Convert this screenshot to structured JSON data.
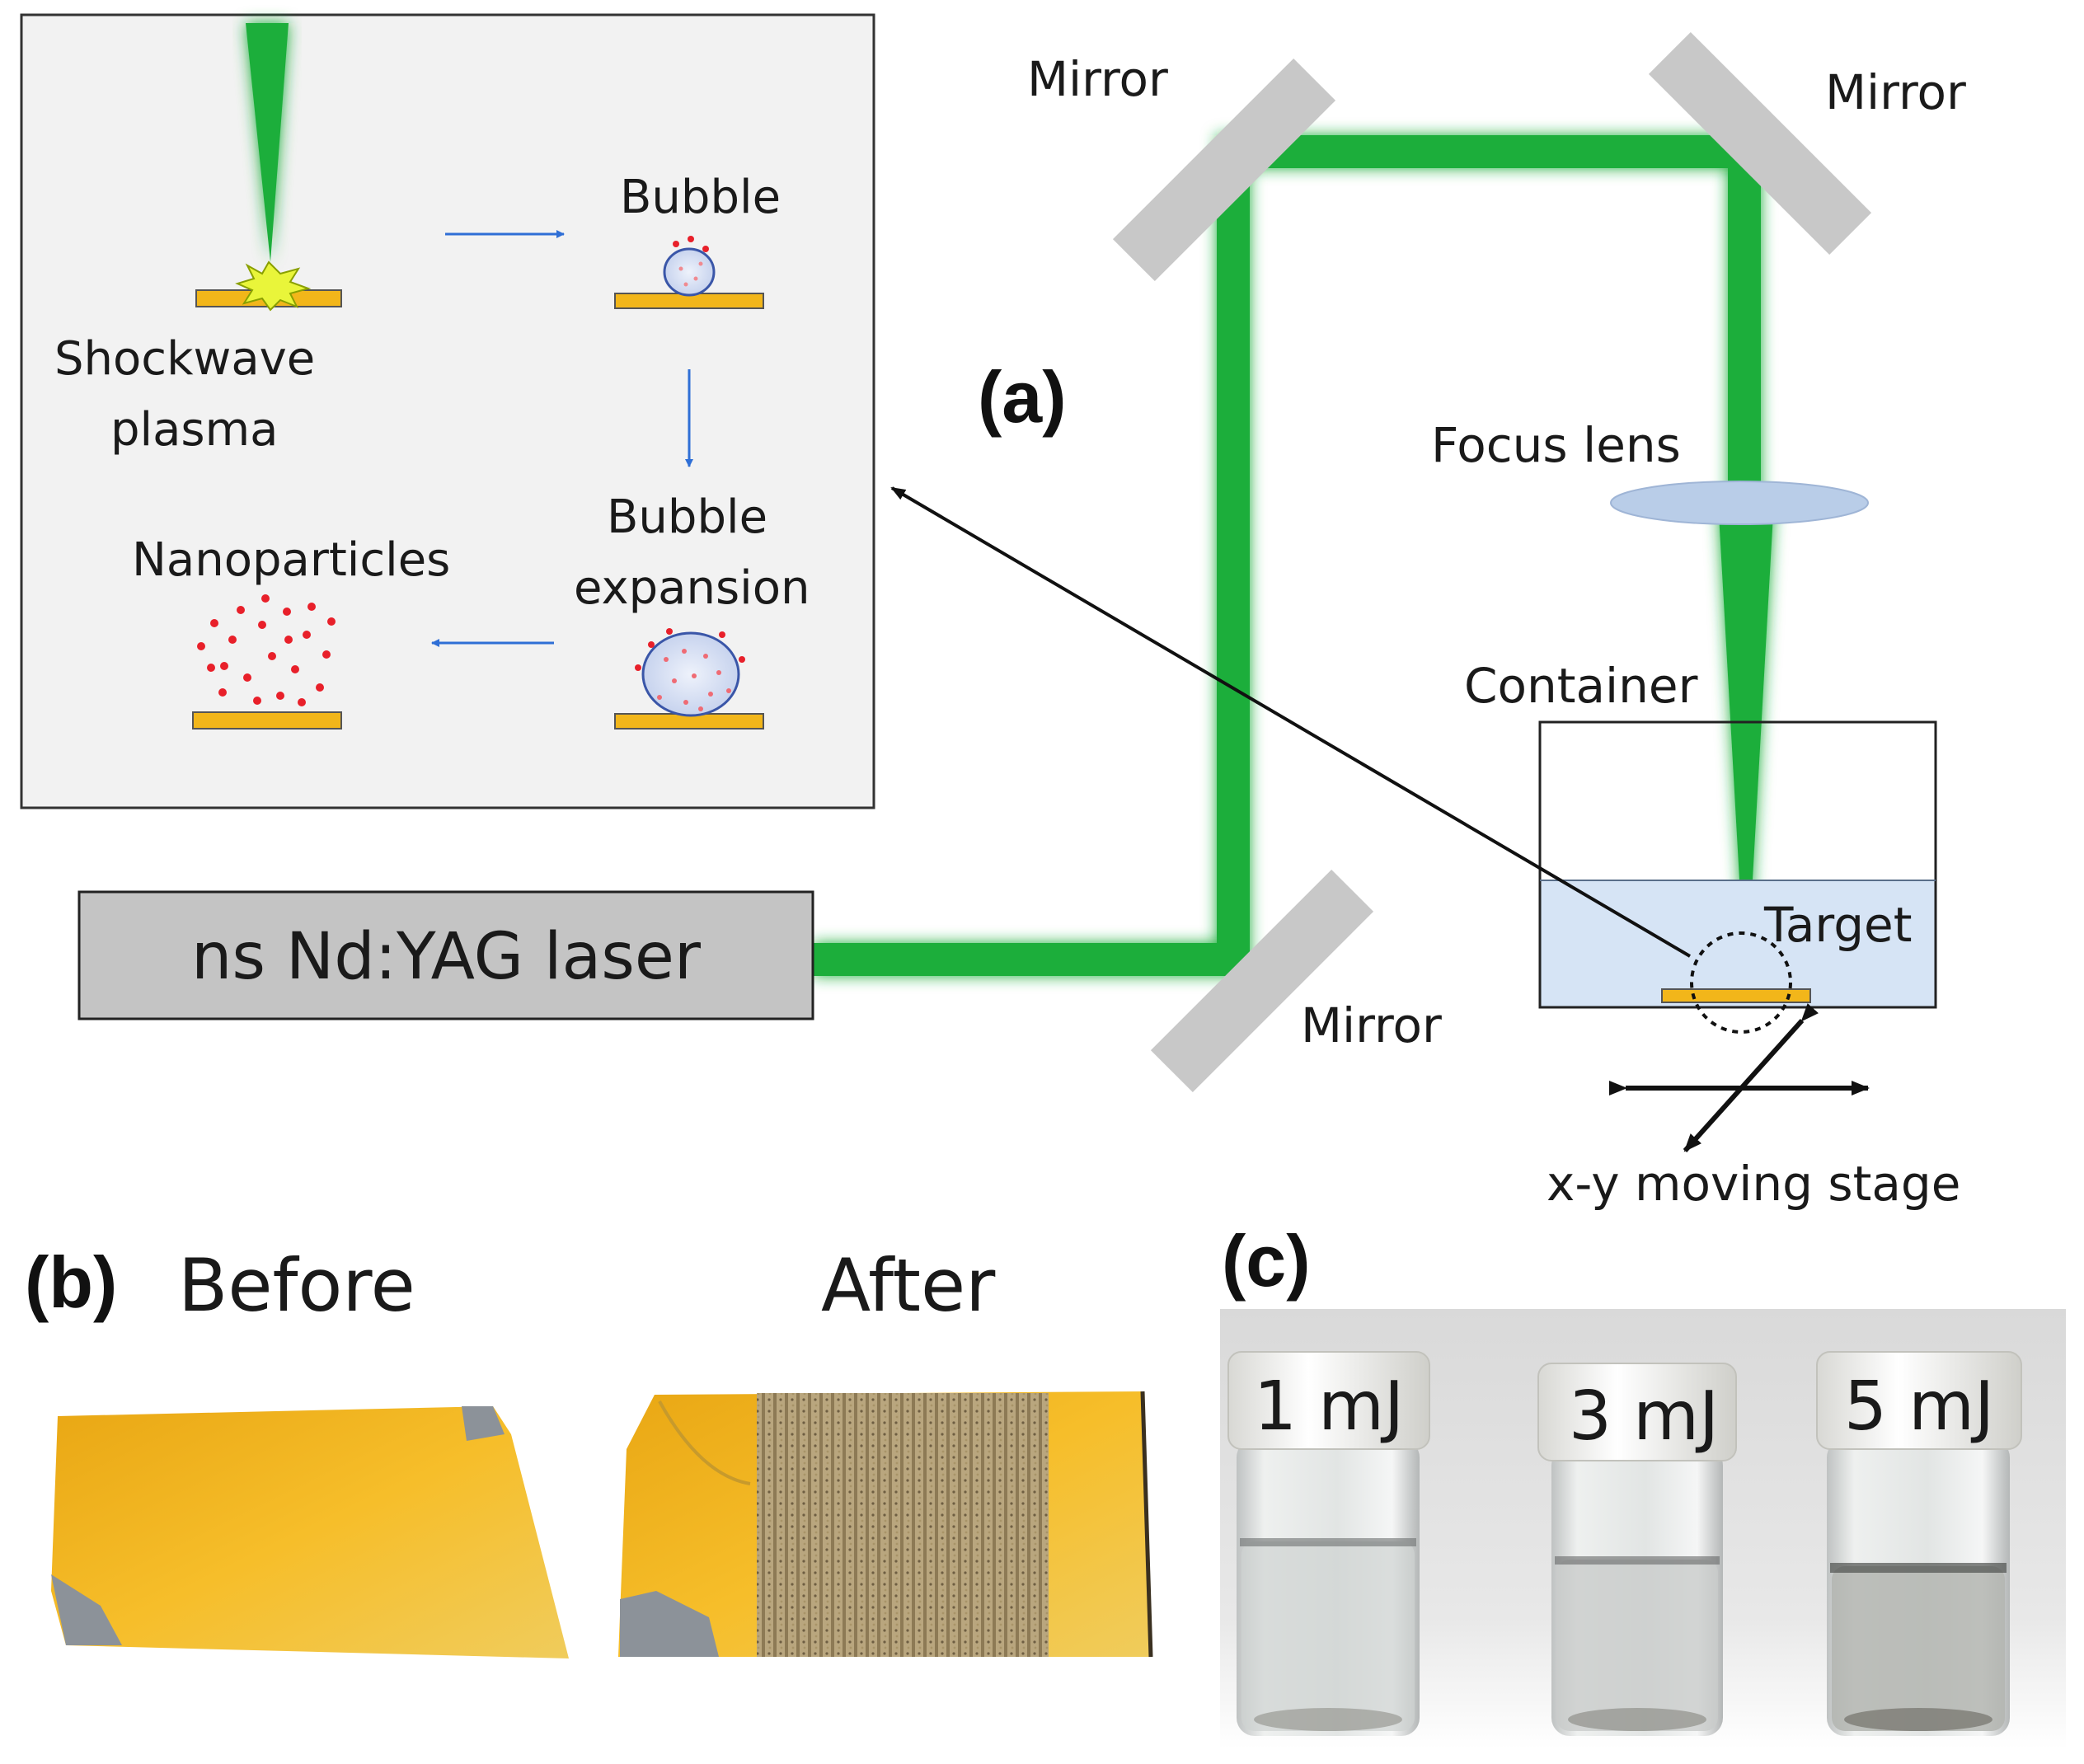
{
  "panel_a": {
    "label": "(a)",
    "inset": {
      "shockwave_line1": "Shockwave",
      "shockwave_line2": "plasma",
      "bubble": "Bubble",
      "expansion_line1": "Bubble",
      "expansion_line2": "expansion",
      "nanoparticles": "Nanoparticles"
    },
    "laser": "ns Nd:YAG laser",
    "mirror_top_left": "Mirror",
    "mirror_top_right": "Mirror",
    "mirror_bottom": "Mirror",
    "focus_lens": "Focus lens",
    "container": "Container",
    "target": "Target",
    "stage": "x-y moving stage"
  },
  "panel_b": {
    "label": "(b)",
    "before": "Before",
    "after": "After"
  },
  "panel_c": {
    "label": "(c)",
    "vials": [
      "1 mJ",
      "3 mJ",
      "5 mJ"
    ]
  },
  "colors": {
    "beam": "#1fae3a",
    "glow": "#8ef07a",
    "target_gold": "#f2b61a",
    "water": "#d6e4f5",
    "mirror": "#c8c8c8",
    "nanoparticle": "#e8202a"
  }
}
